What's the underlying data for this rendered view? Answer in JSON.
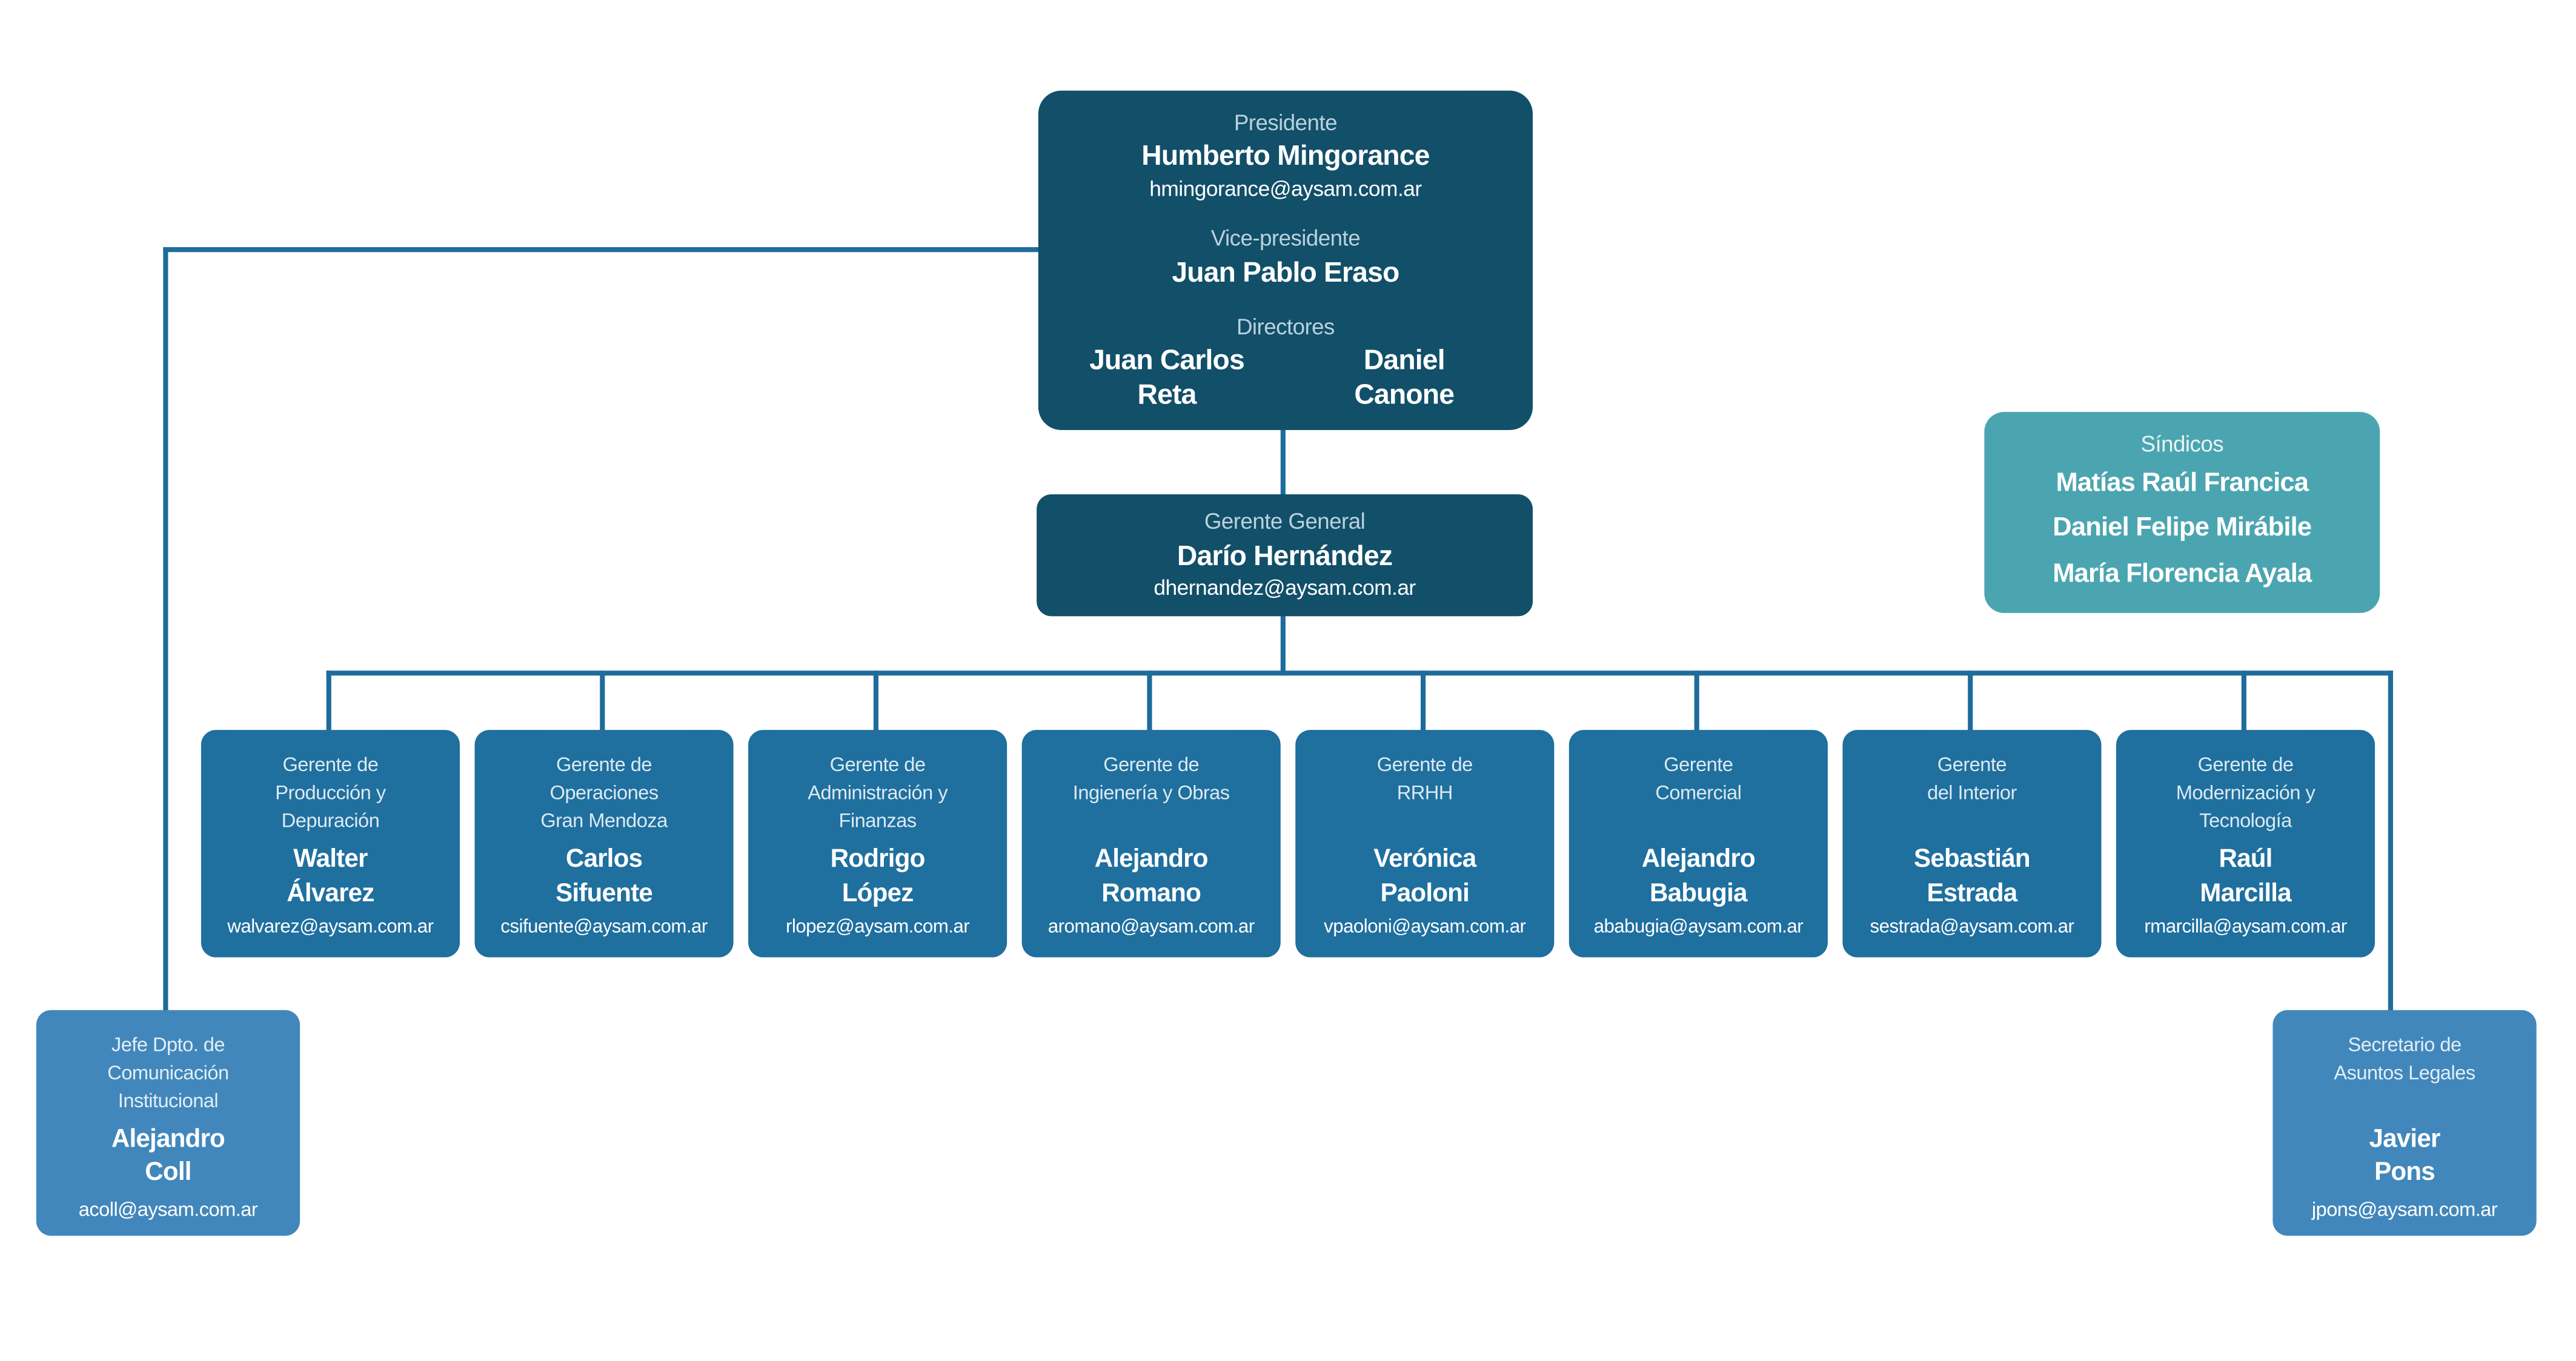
{
  "palette": {
    "dark_box": "#124F69",
    "mid_box": "#1F6F9F",
    "light_box": "#4187BB",
    "teal_box": "#4BA5B0",
    "connector": "#1E6C9B",
    "label_text": "#B9D2DD",
    "body_text": "#FFFFFF"
  },
  "directorio": {
    "sections": [
      {
        "role": "Presidente",
        "name": "Humberto Mingorance",
        "email": "hmingorance@aysam.com.ar"
      },
      {
        "role": "Vice-presidente",
        "name": "Juan Pablo Eraso"
      },
      {
        "role": "Directores",
        "names": [
          "Juan Carlos\nReta",
          "Daniel\nCanone"
        ]
      }
    ]
  },
  "gerente_general": {
    "role": "Gerente General",
    "name": "Darío Hernández",
    "email": "dhernandez@aysam.com.ar"
  },
  "sindicos": {
    "role": "Síndicos",
    "names": [
      "Matías Raúl Francica",
      "Daniel Felipe Mirábile",
      "María Florencia Ayala"
    ]
  },
  "gerentes": [
    {
      "role": "Gerente de\nProducción y\nDepuración",
      "name": "Walter\nÁlvarez",
      "email": "walvarez@aysam.com.ar"
    },
    {
      "role": "Gerente de\nOperaciones\nGran Mendoza",
      "name": "Carlos\nSifuente",
      "email": "csifuente@aysam.com.ar"
    },
    {
      "role": "Gerente de\nAdministración y\nFinanzas",
      "name": "Rodrigo\nLópez",
      "email": "rlopez@aysam.com.ar"
    },
    {
      "role": "Gerente de\nIngienería y Obras",
      "name": "Alejandro\nRomano",
      "email": "aromano@aysam.com.ar"
    },
    {
      "role": "Gerente de\nRRHH",
      "name": "Verónica\nPaoloni",
      "email": "vpaoloni@aysam.com.ar"
    },
    {
      "role": "Gerente\nComercial",
      "name": "Alejandro\nBabugia",
      "email": "ababugia@aysam.com.ar"
    },
    {
      "role": "Gerente\ndel Interior",
      "name": "Sebastián\nEstrada",
      "email": "sestrada@aysam.com.ar"
    },
    {
      "role": "Gerente de\nModernización y\nTecnología",
      "name": "Raúl\nMarcilla",
      "email": "rmarcilla@aysam.com.ar"
    }
  ],
  "staff": [
    {
      "role": "Jefe Dpto. de\nComunicación\nInstitucional",
      "name": "Alejandro\nColl",
      "email": "acoll@aysam.com.ar"
    },
    {
      "role": "Secretario de\nAsuntos Legales",
      "name": "Javier\nPons",
      "email": "jpons@aysam.com.ar"
    }
  ]
}
